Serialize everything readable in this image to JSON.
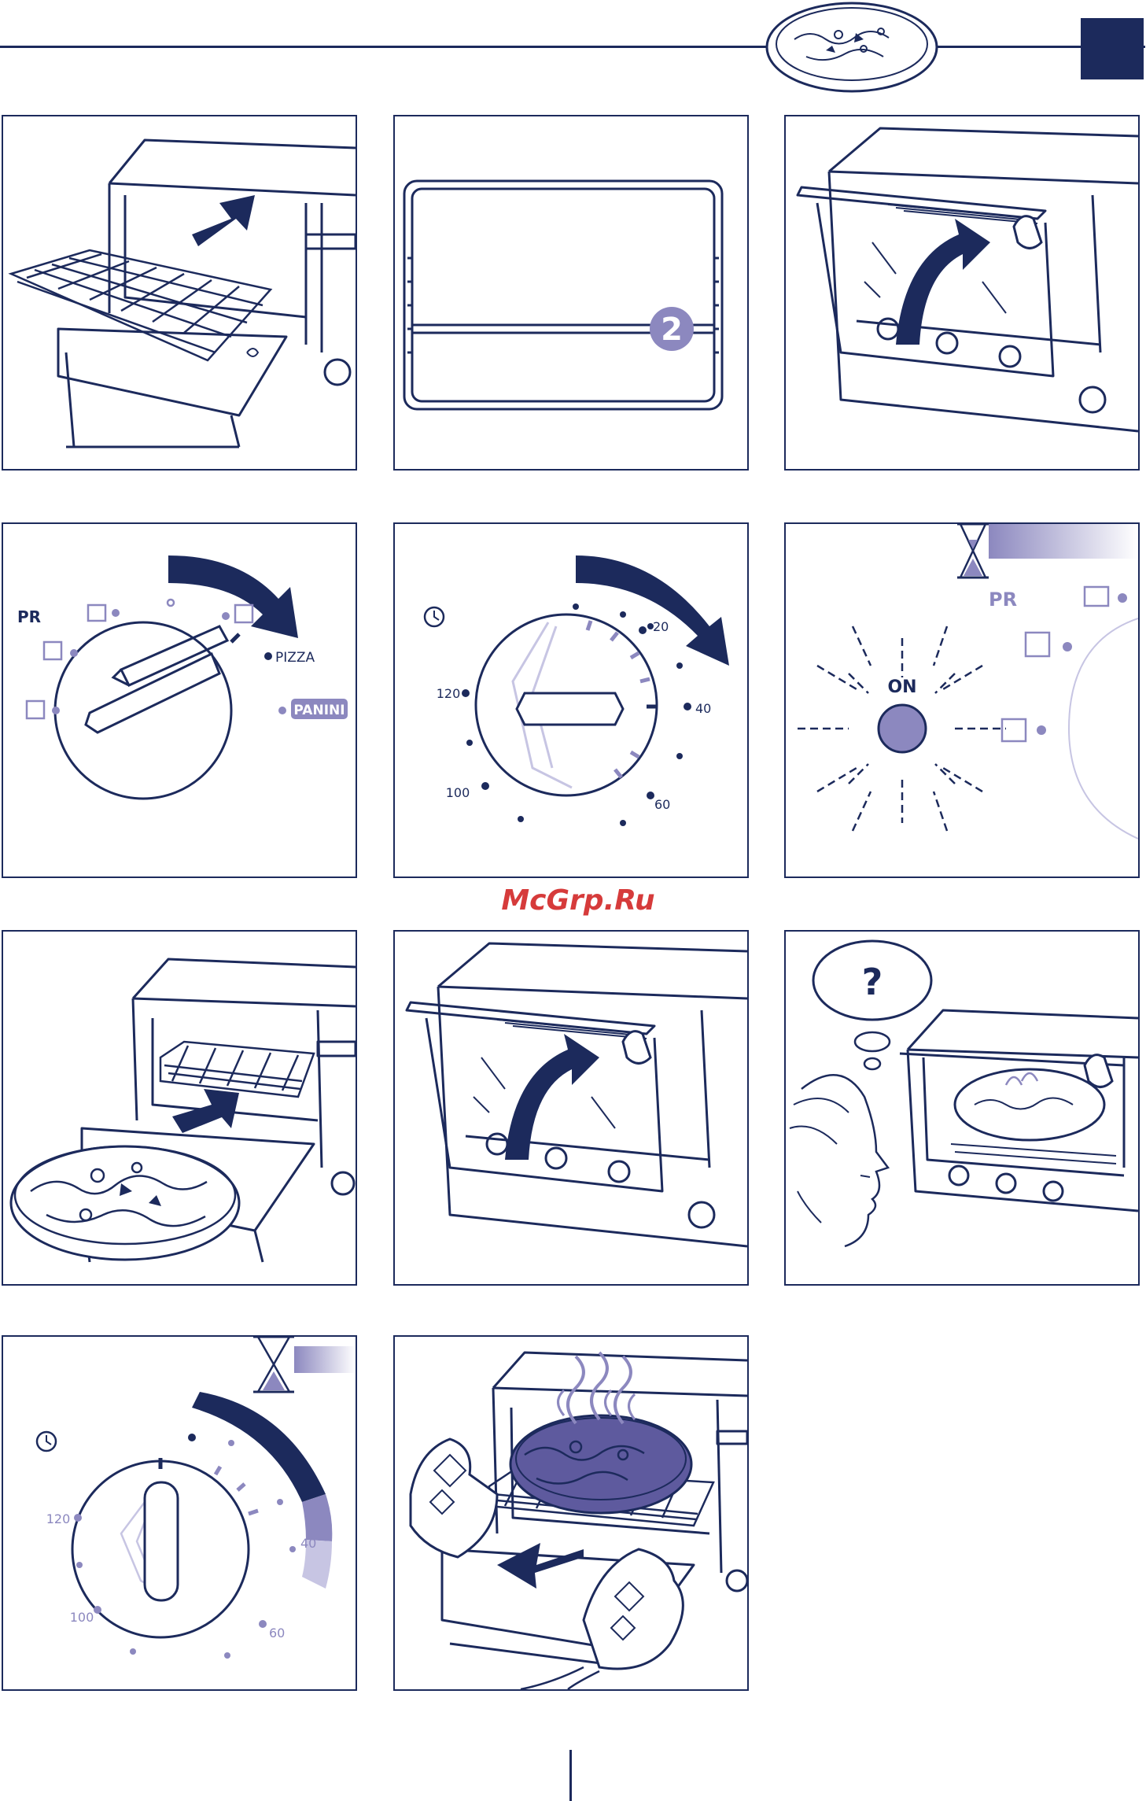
{
  "header": {
    "accent_color": "#1c2a5c",
    "pizza_icon": "pizza-icon"
  },
  "watermark": {
    "text": "McGrp.Ru",
    "color": "#d63b3b"
  },
  "panels": {
    "step2": {
      "shelf_number": "2"
    },
    "step4": {
      "pr_label": "PR",
      "pizza_label": "PIZZA",
      "panini_label": "PANINI"
    },
    "step5": {
      "timer_20": "20",
      "timer_40": "40",
      "timer_60": "60",
      "timer_100": "100",
      "timer_120": "120"
    },
    "step6": {
      "pr_label": "PR",
      "on_label": "ON"
    },
    "step9": {
      "question": "?"
    },
    "step10": {
      "timer_40": "40",
      "timer_60": "60",
      "timer_100": "100",
      "timer_120": "120"
    }
  },
  "colors": {
    "navy": "#1c2a5c",
    "lavender": "#8c88bf",
    "light_lavender": "#c7c5e3"
  }
}
